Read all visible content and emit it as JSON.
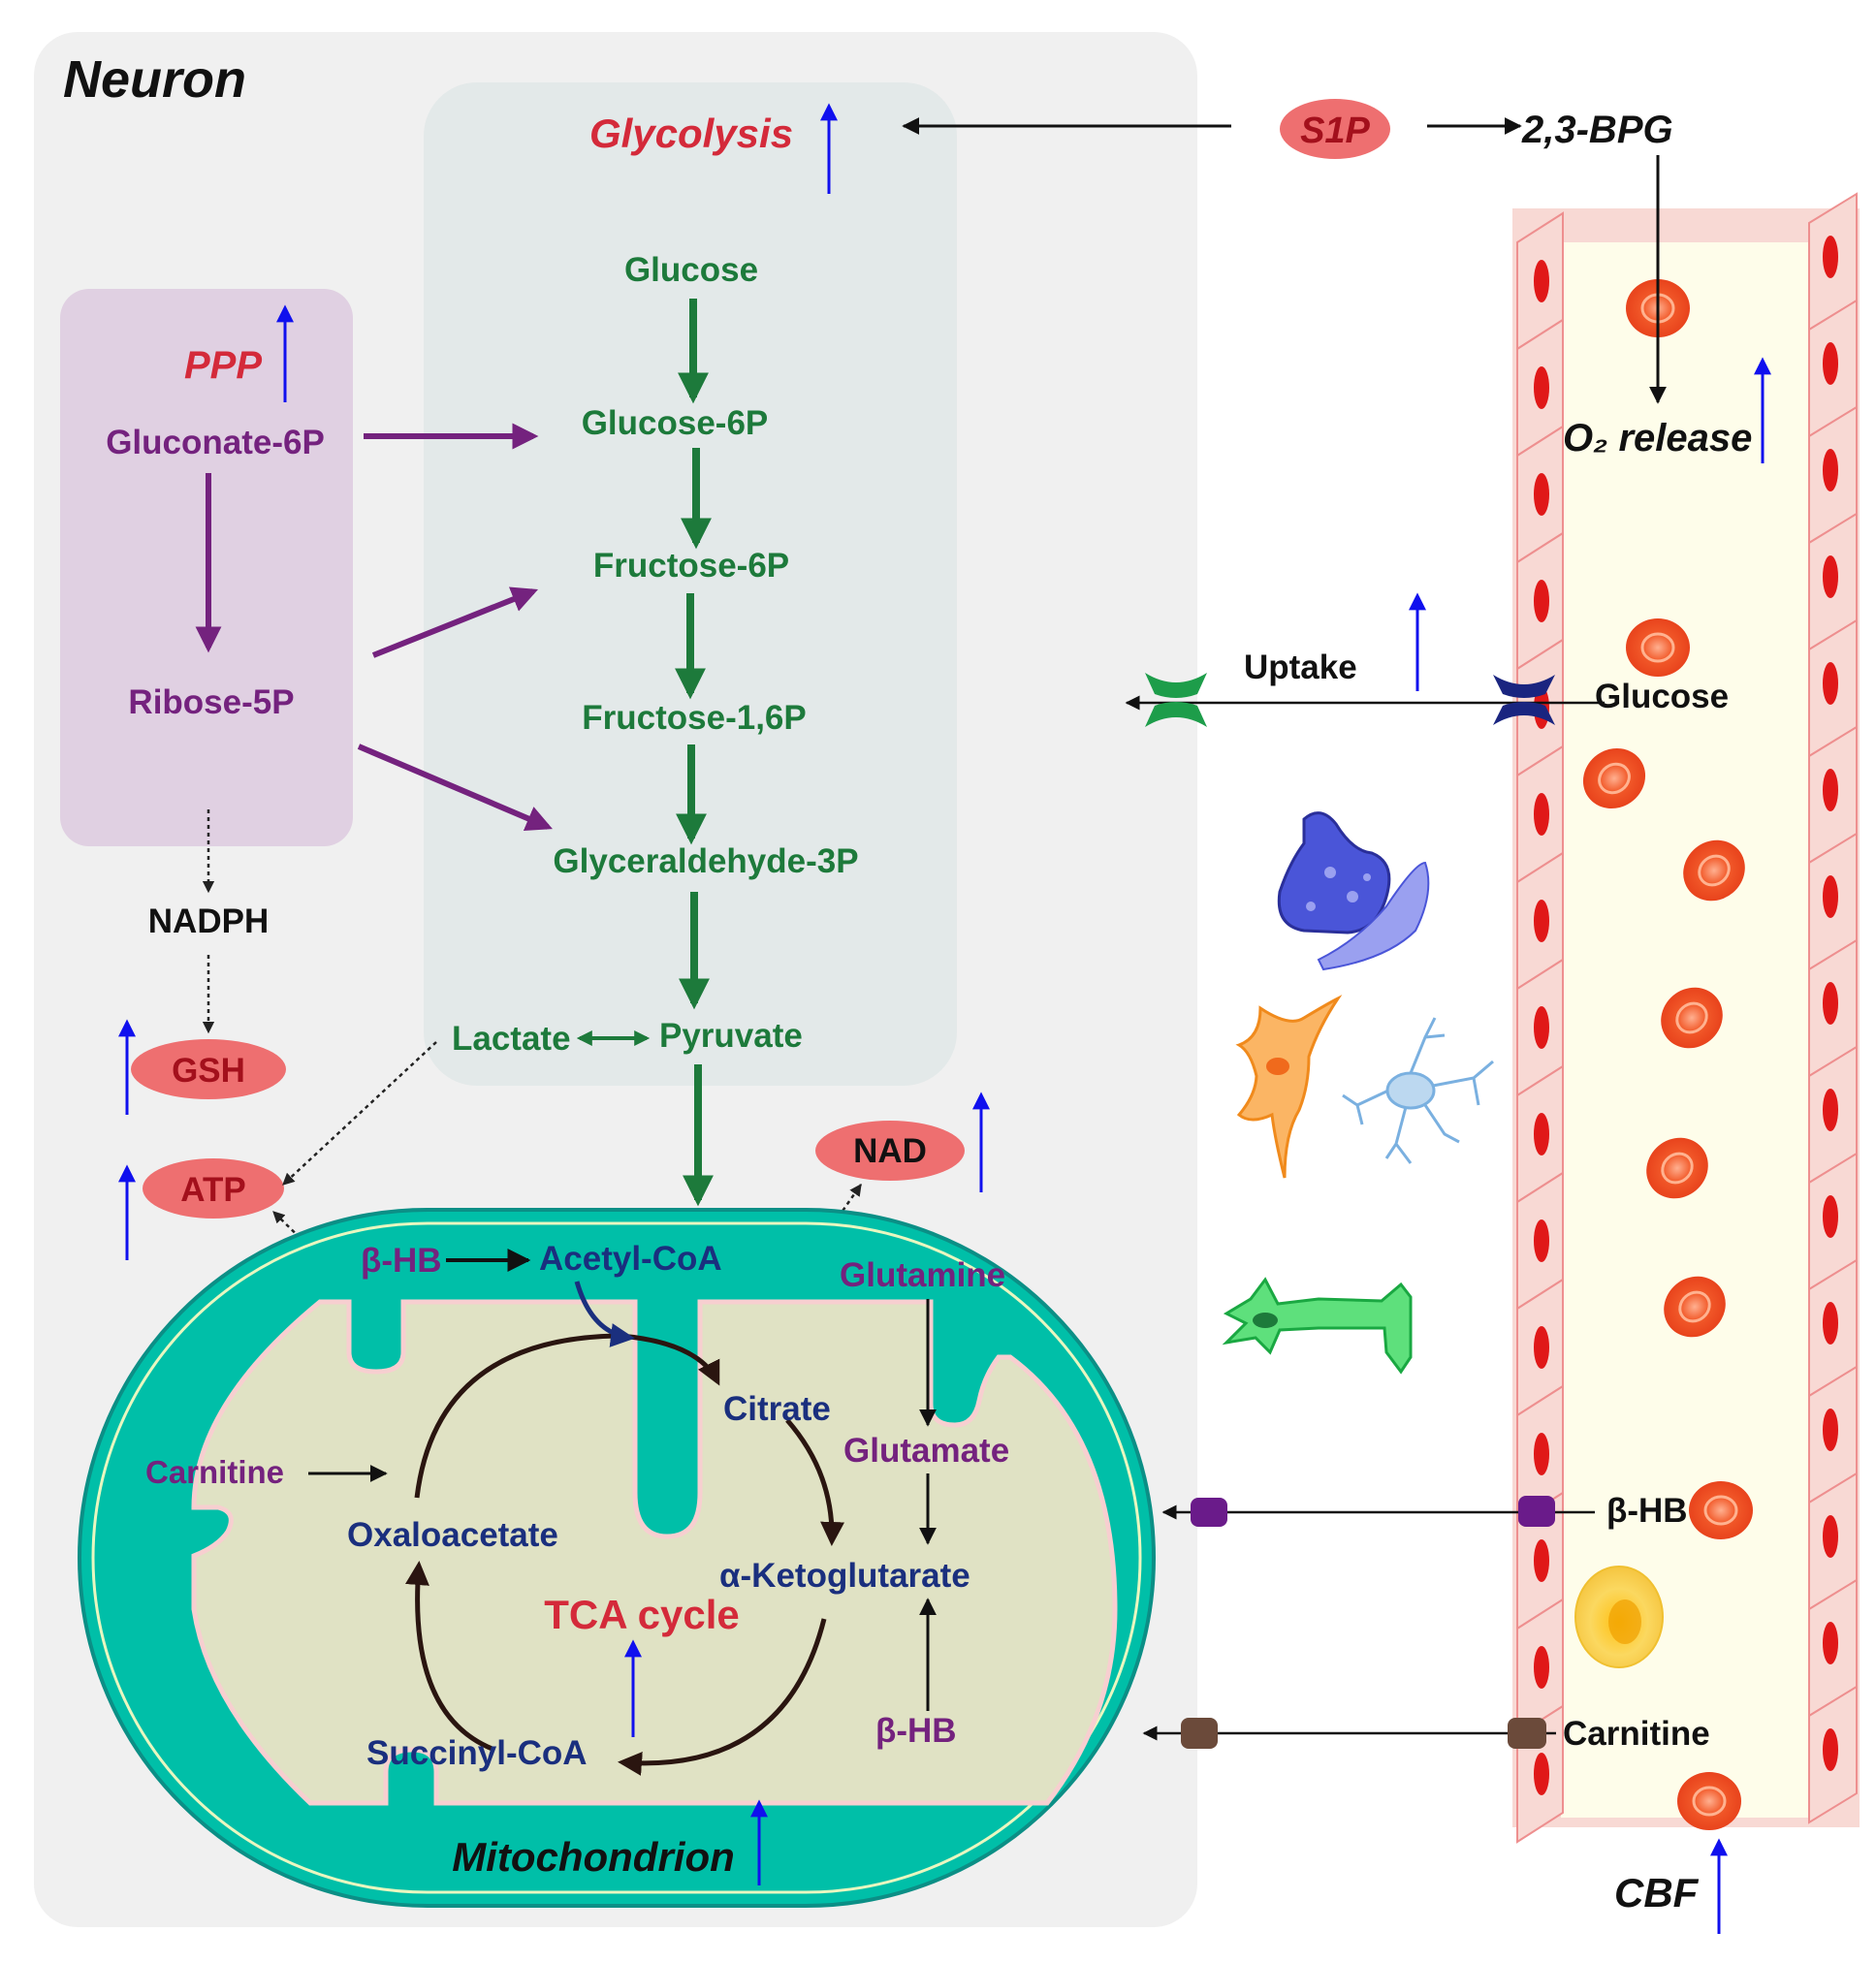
{
  "colors": {
    "neuron_bg": "#f0f0f0",
    "glycolysis_bg": "#e3e9e9",
    "ppp_bg": "#e0d0e2",
    "glycolysis_text": "#1d7a3b",
    "ppp_text": "#74227e",
    "tca_text": "#1a2f7e",
    "heading_red": "#d42a3a",
    "oval_fill": "#ee6f70",
    "mito_outer": "#00bfa8",
    "mito_inner": "#e0e2c4",
    "vessel_wall": "#f8d9d4",
    "vessel_lumen": "#fefdea",
    "up_arrow": "#1010ee"
  },
  "icons": [
    "up-arrow-icon",
    "glut-transporter-icon",
    "bhb-transporter-icon",
    "carnitine-transporter-icon",
    "red-blood-cell-icon",
    "synapse-icon",
    "astrocyte-icon",
    "microglia-icon",
    "oligodendrocyte-icon"
  ],
  "labels": {
    "neuron": "Neuron",
    "glycolysis": "Glycolysis",
    "s1p": "S1P",
    "bpg": "2,3-BPG",
    "o2_release": "O₂ release",
    "glucose": "Glucose",
    "glucose6p": "Glucose-6P",
    "fructose6p": "Fructose-6P",
    "fructose16p": "Fructose-1,6P",
    "gap": "Glyceraldehyde-3P",
    "lactate": "Lactate",
    "pyruvate": "Pyruvate",
    "ppp": "PPP",
    "gluconate6p": "Gluconate-6P",
    "ribose5p": "Ribose-5P",
    "nadph": "NADPH",
    "gsh": "GSH",
    "atp": "ATP",
    "nad": "NAD",
    "bhb_mito": "β-HB",
    "acetylcoa": "Acetyl-CoA",
    "glutamine": "Glutamine",
    "citrate": "Citrate",
    "glutamate": "Glutamate",
    "carnitine_mito": "Carnitine",
    "oxaloacetate": "Oxaloacetate",
    "akg": "α-Ketoglutarate",
    "tca": "TCA cycle",
    "bhb_akg": "β-HB",
    "succinylcoa": "Succinyl-CoA",
    "mitochondrion": "Mitochondrion",
    "uptake": "Uptake",
    "glucose_blood": "Glucose",
    "bhb_blood": "β-HB",
    "carnitine_blood": "Carnitine",
    "cbf": "CBF"
  }
}
